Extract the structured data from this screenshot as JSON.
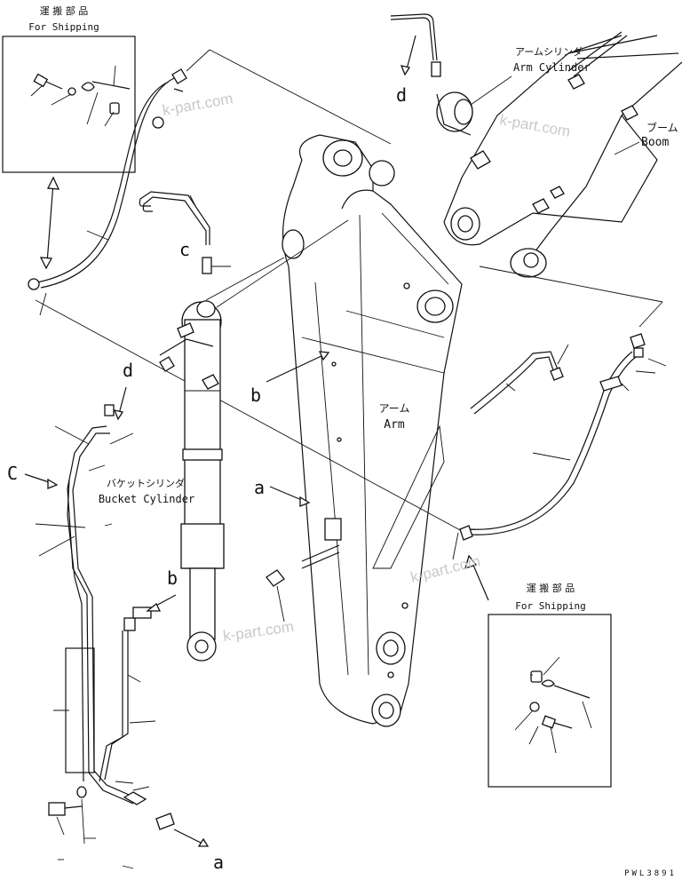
{
  "labels": {
    "shipping_jp": "運 搬 部 品",
    "shipping_en": "For Shipping",
    "arm_cylinder_jp": "アームシリンダ",
    "arm_cylinder_en": "Arm Cylinder",
    "boom_jp": "ブーム",
    "boom_en": "Boom",
    "arm_jp": "アーム",
    "arm_en": "Arm",
    "bucket_cylinder_jp": "バケットシリンダ",
    "bucket_cylinder_en": "Bucket Cylinder"
  },
  "refs": {
    "a": "a",
    "b": "b",
    "c": "c",
    "d": "d",
    "C": "C"
  },
  "watermark": "k-part.com",
  "drawing_code": "PWL3891",
  "colors": {
    "line": "#111111",
    "watermark": "#c8c8c8",
    "background": "#ffffff"
  }
}
